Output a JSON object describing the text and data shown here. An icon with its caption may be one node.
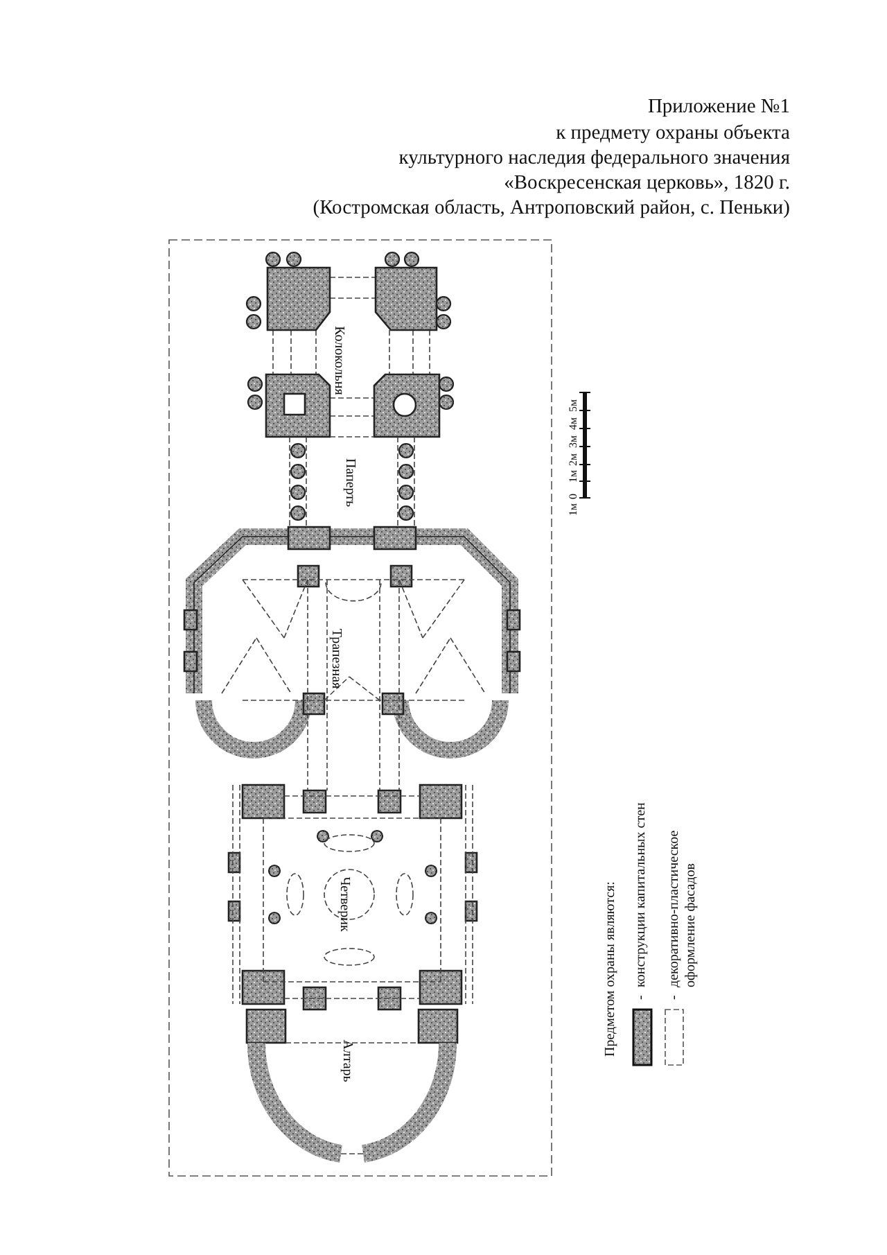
{
  "diagram": {
    "title": "Приложение №1",
    "labels": [
      "к предмету охраны объекта",
      "культурного наследия федерального значения",
      "«Воскресенская церковь», 1820 г.",
      "(Костромская область, Антроповский район, с. Пеньки)",
      "Колокольня",
      "Паперть",
      "Трапезная",
      "Четверик",
      "Алтарь",
      "1м",
      "0",
      "1м",
      "2м",
      "3м",
      "4м",
      "5м",
      "Предметом охраны являются:",
      "-",
      "-"
    ],
    "legend": [
      {
        "text": "конструкции капитальных стен",
        "color": "#9c9c9c"
      },
      {
        "text": "декоративно-пластическое оформление фасадов"
      }
    ]
  }
}
